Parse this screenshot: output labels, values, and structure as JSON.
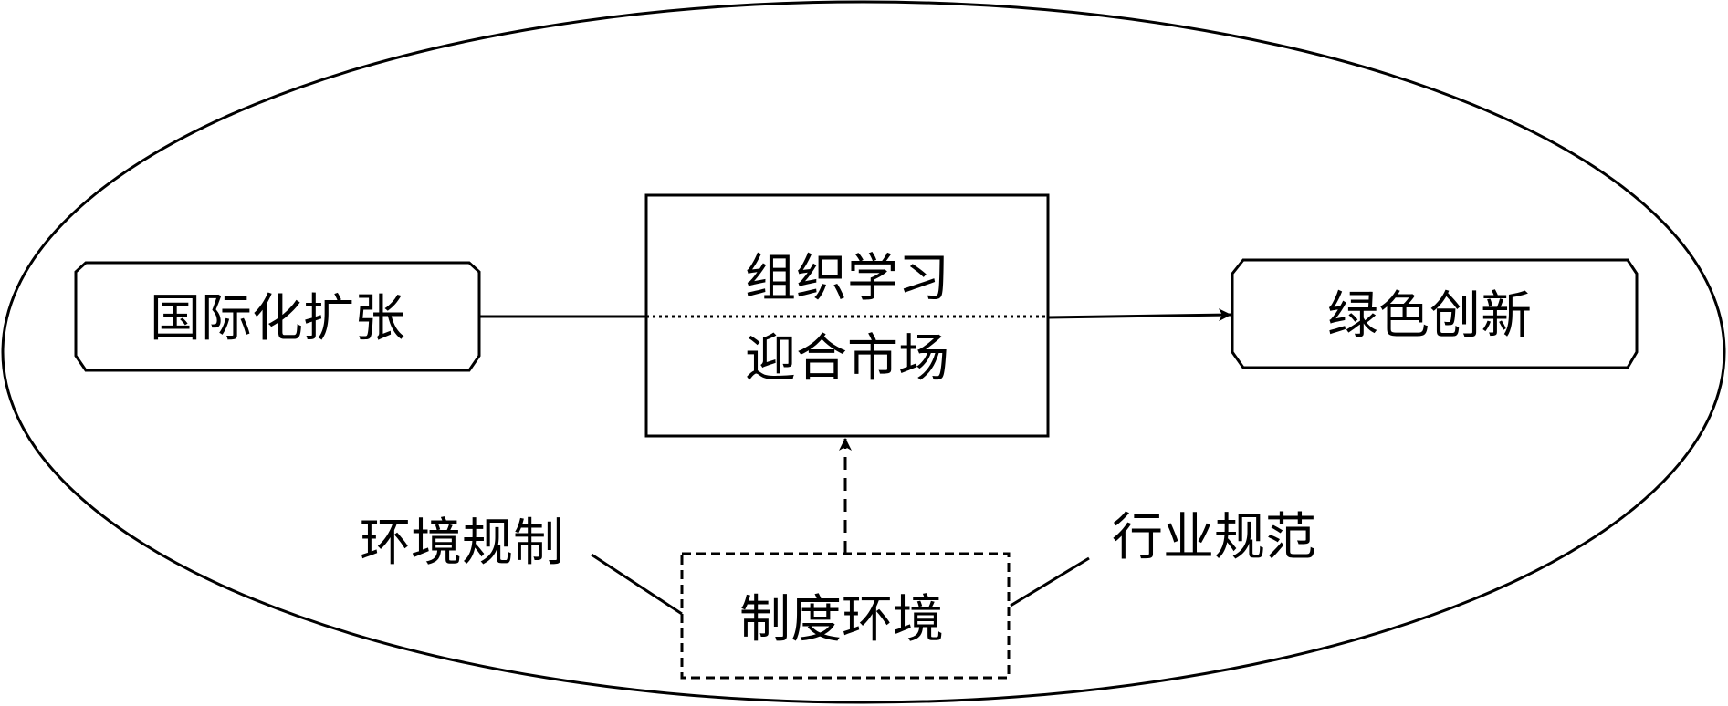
{
  "nodes": {
    "internationalization": "国际化扩张",
    "organizational_learning": "组织学习",
    "market_catering": "迎合市场",
    "green_innovation": "绿色创新",
    "institutional_environment": "制度环境"
  },
  "labels": {
    "environmental_regulation": "环境规制",
    "industry_norms": "行业规范"
  },
  "edges": [
    {
      "from": "国际化扩张",
      "to": "组织学习 / 迎合市场",
      "style": "solid"
    },
    {
      "from": "组织学习 / 迎合市场",
      "to": "绿色创新",
      "style": "solid-arrow"
    },
    {
      "from": "制度环境",
      "to": "组织学习 / 迎合市场",
      "style": "dashed-arrow"
    }
  ],
  "colors": {
    "stroke": "#000000",
    "background": "#ffffff"
  }
}
